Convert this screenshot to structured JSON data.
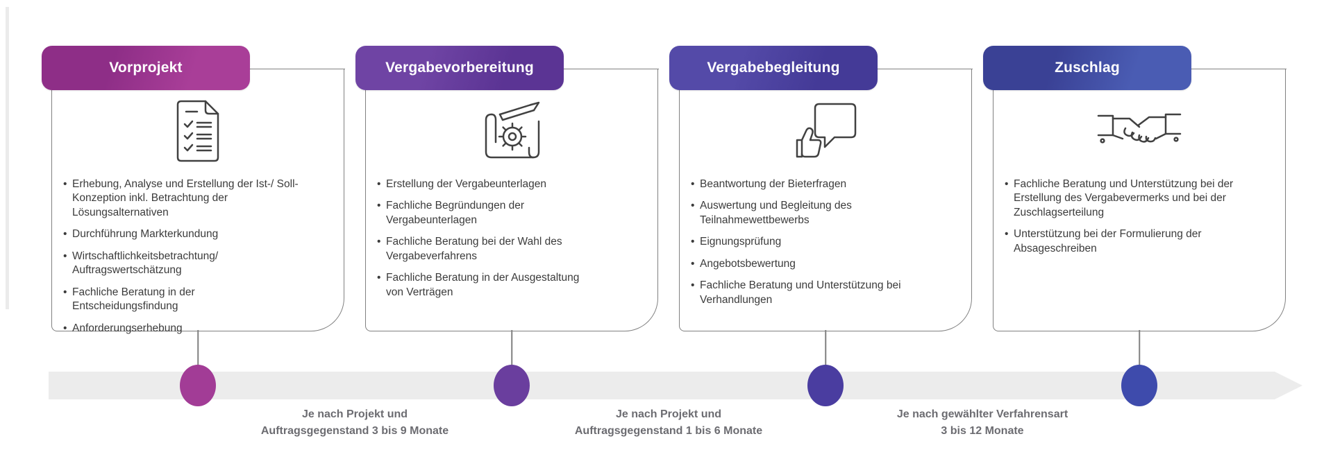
{
  "diagram": {
    "stages": [
      {
        "title": "Vorprojekt",
        "icon": "doc-checklist",
        "pill_dark": "#8e2e87",
        "pill_light": "#a93e98",
        "dot": "#a23c96",
        "bullets": [
          "Erhebung, Analyse und Erstellung der Ist-/ Soll-Konzeption inkl. Betrachtung der Lösungsalternativen",
          "Durchführung Markterkundung",
          "Wirtschaftlichkeitsbetrachtung/ Auftragswertschätzung",
          "Fachliche Beratung in der Entscheidungsfindung",
          "Anforderungserhebung"
        ]
      },
      {
        "title": "Vergabevorbereitung",
        "icon": "scroll-gear",
        "pill_dark": "#6f44a4",
        "pill_light": "#5b3494",
        "dot": "#6a3e9e",
        "bullets": [
          "Erstellung der Vergabeunterlagen",
          "Fachliche Begründungen der Vergabeunterlagen",
          "Fachliche Beratung bei der Wahl des Vergabeverfahrens",
          "Fachliche Beratung in der Ausgestaltung von Verträgen"
        ]
      },
      {
        "title": "Vergabebegleitung",
        "icon": "chat-thumb",
        "pill_dark": "#544aa8",
        "pill_light": "#443a97",
        "dot": "#4a3da0",
        "bullets": [
          "Beantwortung der Bieterfragen",
          "Auswertung und Begleitung des Teilnahmewettbewerbs",
          "Eignungsprüfung",
          "Angebotsbewertung",
          "Fachliche Beratung und Unterstützung bei Verhandlungen"
        ]
      },
      {
        "title": "Zuschlag",
        "icon": "handshake",
        "pill_dark": "#3a4195",
        "pill_light": "#4a5cb3",
        "dot": "#3e4bac",
        "bullets": [
          "Fachliche Beratung und Unterstützung bei der Erstellung des Vergabevermerks und bei der Zuschlagserteilung",
          "Unterstützung bei der Formulierung der Absageschreiben"
        ]
      }
    ],
    "timeline": {
      "band_color": "#ececec",
      "labels": [
        {
          "line1": "Je nach Projekt und",
          "line2": "Auftragsgegenstand 3 bis 9 Monate"
        },
        {
          "line1": "Je nach Projekt und",
          "line2": "Auftragsgegenstand 1 bis 6 Monate"
        },
        {
          "line1": "Je nach gewählter Verfahrensart",
          "line2": "3 bis 12 Monate"
        }
      ]
    },
    "colors": {
      "border": "#808080",
      "bullet_text": "#3b3b3b",
      "label_text": "#6c6c71"
    }
  }
}
